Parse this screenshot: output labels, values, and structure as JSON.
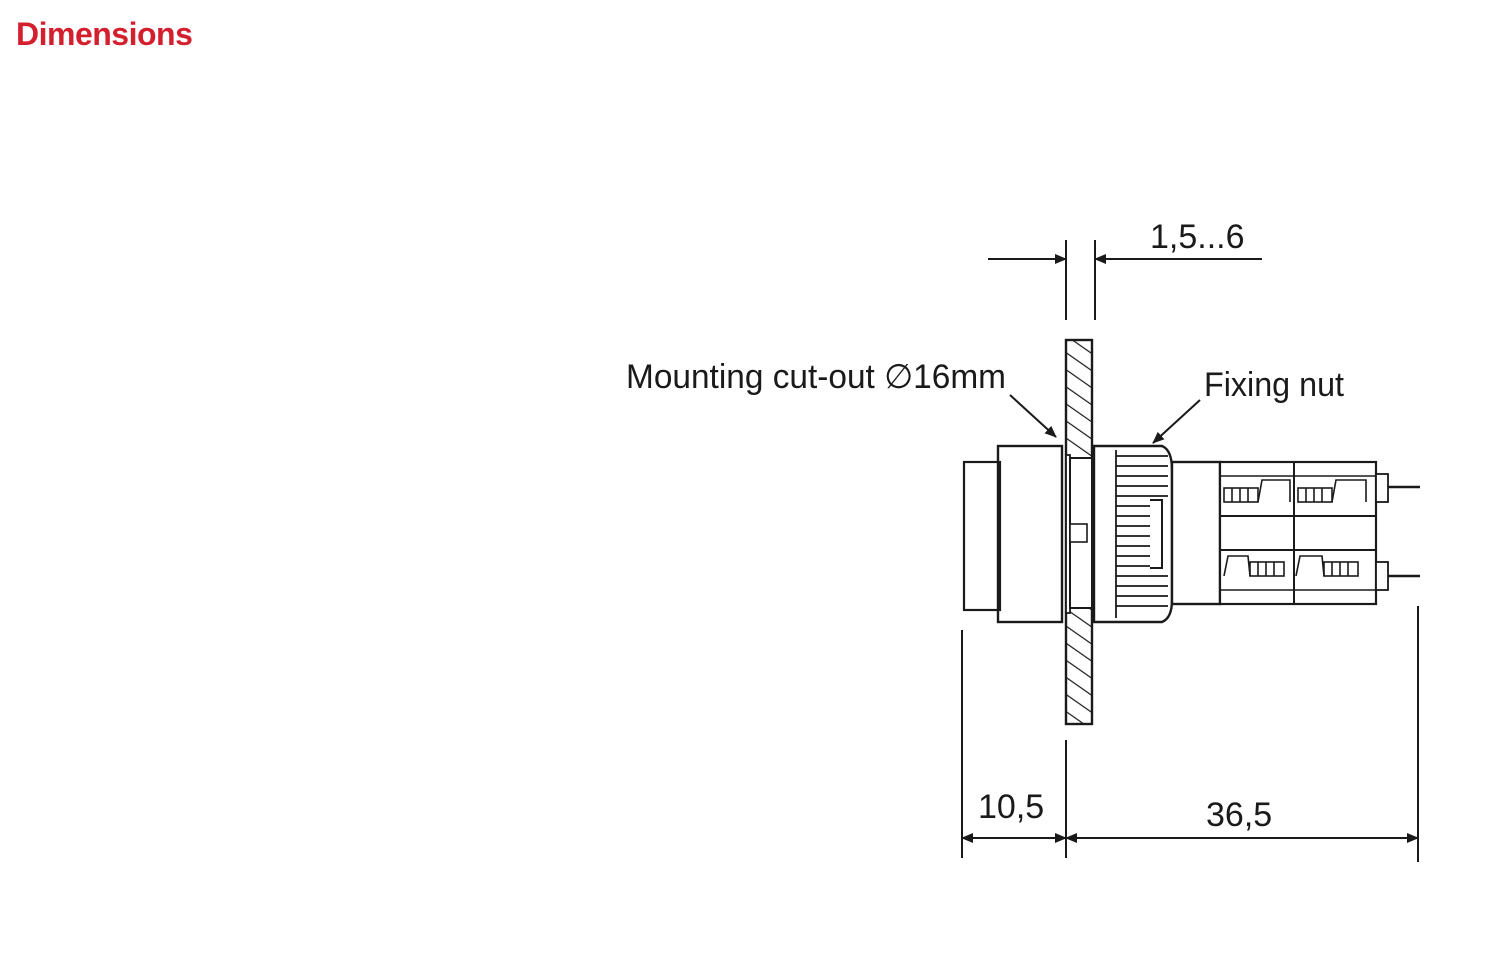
{
  "page": {
    "heading": "Dimensions",
    "heading_color": "#d4202e",
    "line_color": "#1a1a1a"
  },
  "drawing": {
    "labels": {
      "mounting_cutout": "Mounting cut-out −16mm",
      "fixing_nut": "Fixing nut"
    },
    "dimensions": {
      "panel_thickness": "1,5...6",
      "front_depth": "10,5",
      "rear_depth": "36,5"
    }
  }
}
